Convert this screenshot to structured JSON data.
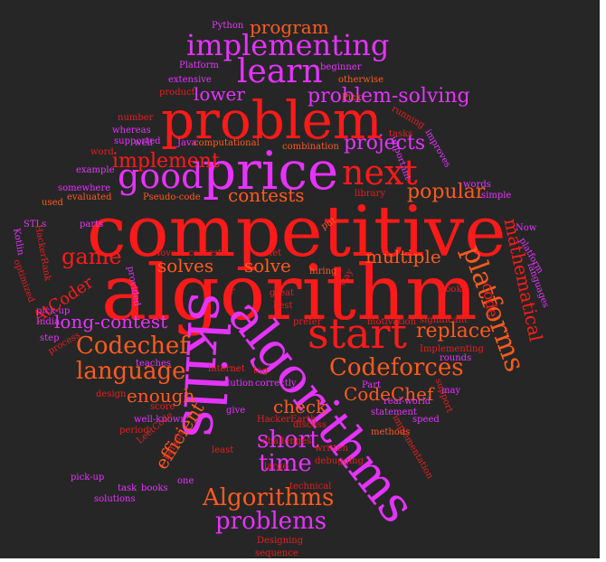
{
  "cloud": {
    "background": "#262626",
    "palette": {
      "red": "#ff1a1a",
      "orange": "#ff5a1f",
      "magenta": "#e633ff",
      "violet": "#b11fff",
      "deep": "#e61e1e"
    },
    "words": [
      {
        "text": "competitive",
        "color": "#ff1a1a"
      },
      {
        "text": "algorithm",
        "color": "#ff1a1a"
      },
      {
        "text": "problem",
        "color": "#ff1a1a"
      },
      {
        "text": "price",
        "color": "#e633ff"
      },
      {
        "text": "algorithms",
        "color": "#e633ff"
      },
      {
        "text": "skills",
        "color": "#e633ff"
      },
      {
        "text": "start",
        "color": "#ff1a1a"
      },
      {
        "text": "learn",
        "color": "#e633ff"
      },
      {
        "text": "implementing",
        "color": "#e633ff"
      },
      {
        "text": "good",
        "color": "#e633ff"
      },
      {
        "text": "next",
        "color": "#ff1a1a"
      },
      {
        "text": "platforms",
        "color": "#ff5a1f"
      },
      {
        "text": "Codechef",
        "color": "#ff5a1f"
      },
      {
        "text": "language",
        "color": "#ff5a1f"
      },
      {
        "text": "Codeforces",
        "color": "#ff5a1f"
      },
      {
        "text": "Algorithms",
        "color": "#ff5a1f"
      },
      {
        "text": "problems",
        "color": "#e633ff"
      },
      {
        "text": "time",
        "color": "#e633ff"
      },
      {
        "text": "short",
        "color": "#e633ff"
      },
      {
        "text": "game",
        "color": "#ff1a1a"
      },
      {
        "text": "implement",
        "color": "#ff1a1a"
      },
      {
        "text": "projects",
        "color": "#e633ff"
      },
      {
        "text": "popular",
        "color": "#ff5a1f"
      },
      {
        "text": "problem-solving",
        "color": "#e633ff"
      },
      {
        "text": "lower",
        "color": "#e633ff"
      },
      {
        "text": "program",
        "color": "#ff5a1f"
      },
      {
        "text": "contests",
        "color": "#ff5a1f"
      },
      {
        "text": "multiple",
        "color": "#ff5a1f"
      },
      {
        "text": "solves",
        "color": "#ff5a1f"
      },
      {
        "text": "solve",
        "color": "#ff5a1f"
      },
      {
        "text": "long-contest",
        "color": "#e633ff"
      },
      {
        "text": "replace",
        "color": "#ff5a1f"
      },
      {
        "text": "mathematical",
        "color": "#ff1a1a"
      },
      {
        "text": "CodeChef",
        "color": "#ff5a1f"
      },
      {
        "text": "check",
        "color": "#ff5a1f"
      },
      {
        "text": "enough",
        "color": "#ff5a1f"
      },
      {
        "text": "efficient",
        "color": "#ff5a1f"
      },
      {
        "text": "AtCoder",
        "color": "#ff1a1a"
      },
      {
        "text": "code",
        "color": "#ff1a1a"
      },
      {
        "text": "Python",
        "color": "#e633ff"
      },
      {
        "text": "beginner",
        "color": "#e633ff"
      },
      {
        "text": "Platform",
        "color": "#e633ff"
      },
      {
        "text": "otherwise",
        "color": "#ff5a1f"
      },
      {
        "text": "extensive",
        "color": "#e633ff"
      },
      {
        "text": "product",
        "color": "#e61e1e"
      },
      {
        "text": "Pick",
        "color": "#ff5a1f"
      },
      {
        "text": "running",
        "color": "#e61e1e"
      },
      {
        "text": "number",
        "color": "#e61e1e"
      },
      {
        "text": "whereas",
        "color": "#e633ff"
      },
      {
        "text": "well",
        "color": "#e633ff"
      },
      {
        "text": "supported",
        "color": "#e633ff"
      },
      {
        "text": "Java",
        "color": "#e633ff"
      },
      {
        "text": "computational",
        "color": "#ff5a1f"
      },
      {
        "text": "combination",
        "color": "#ff5a1f"
      },
      {
        "text": "tasks",
        "color": "#e61e1e"
      },
      {
        "text": "important",
        "color": "#e633ff"
      },
      {
        "text": "improves",
        "color": "#e633ff"
      },
      {
        "text": "word",
        "color": "#e61e1e"
      },
      {
        "text": "example",
        "color": "#e633ff"
      },
      {
        "text": "somewhere",
        "color": "#e633ff"
      },
      {
        "text": "evaluated",
        "color": "#ff5a1f"
      },
      {
        "text": "Pseudo-code",
        "color": "#ff5a1f"
      },
      {
        "text": "used",
        "color": "#ff5a1f"
      },
      {
        "text": "library",
        "color": "#e61e1e"
      },
      {
        "text": "put",
        "color": "#ff5a1f"
      },
      {
        "text": "words",
        "color": "#e633ff"
      },
      {
        "text": "simple",
        "color": "#e633ff"
      },
      {
        "text": "STLs",
        "color": "#e633ff"
      },
      {
        "text": "parts",
        "color": "#e633ff"
      },
      {
        "text": "love",
        "color": "#e61e1e"
      },
      {
        "text": "contest",
        "color": "#e61e1e"
      },
      {
        "text": "let",
        "color": "#e61e1e"
      },
      {
        "text": "Now",
        "color": "#e633ff"
      },
      {
        "text": "Kotlin",
        "color": "#e633ff"
      },
      {
        "text": "HackerRank",
        "color": "#e61e1e"
      },
      {
        "text": "optimized",
        "color": "#e61e1e"
      },
      {
        "text": "provided",
        "color": "#e633ff"
      },
      {
        "text": "hiring",
        "color": "#ff5a1f"
      },
      {
        "text": "way",
        "color": "#e61e1e"
      },
      {
        "text": "platform",
        "color": "#e633ff"
      },
      {
        "text": "languages",
        "color": "#e633ff"
      },
      {
        "text": "books",
        "color": "#e61e1e"
      },
      {
        "text": "pick-up",
        "color": "#e633ff"
      },
      {
        "text": "great",
        "color": "#e61e1e"
      },
      {
        "text": "best",
        "color": "#e61e1e"
      },
      {
        "text": "get",
        "color": "#e61e1e"
      },
      {
        "text": "prefer",
        "color": "#e61e1e"
      },
      {
        "text": "motivation",
        "color": "#e61e1e"
      },
      {
        "text": "significant",
        "color": "#e61e1e"
      },
      {
        "text": "India",
        "color": "#e633ff"
      },
      {
        "text": "step",
        "color": "#e633ff"
      },
      {
        "text": "process",
        "color": "#e61e1e"
      },
      {
        "text": "teaches",
        "color": "#e633ff"
      },
      {
        "text": "internet",
        "color": "#ff1a1a"
      },
      {
        "text": "tag",
        "color": "#e61e1e"
      },
      {
        "text": "Implementing",
        "color": "#e61e1e"
      },
      {
        "text": "real-world",
        "color": "#e633ff"
      },
      {
        "text": "design",
        "color": "#e61e1e"
      },
      {
        "text": "solution",
        "color": "#e633ff"
      },
      {
        "text": "correctly",
        "color": "#e633ff"
      },
      {
        "text": "score",
        "color": "#e61e1e"
      },
      {
        "text": "give",
        "color": "#e633ff"
      },
      {
        "text": "HackerEarth",
        "color": "#e61e1e"
      },
      {
        "text": "discuss",
        "color": "#e61e1e"
      },
      {
        "text": "statement",
        "color": "#e633ff"
      },
      {
        "text": "well-known",
        "color": "#e633ff"
      },
      {
        "text": "period",
        "color": "#e61e1e"
      },
      {
        "text": "speed",
        "color": "#e633ff"
      },
      {
        "text": "methods",
        "color": "#ff5a1f"
      },
      {
        "text": "may",
        "color": "#e633ff"
      },
      {
        "text": "Part",
        "color": "#e633ff"
      },
      {
        "text": "challenges",
        "color": "#e61e1e"
      },
      {
        "text": "least",
        "color": "#e61e1e"
      },
      {
        "text": "written",
        "color": "#e61e1e"
      },
      {
        "text": "large",
        "color": "#e61e1e"
      },
      {
        "text": "debugging",
        "color": "#e61e1e"
      },
      {
        "text": "one",
        "color": "#e633ff"
      },
      {
        "text": "task",
        "color": "#e633ff"
      },
      {
        "text": "books",
        "color": "#e633ff"
      },
      {
        "text": "pick-up",
        "color": "#e633ff"
      },
      {
        "text": "solutions",
        "color": "#e633ff"
      },
      {
        "text": "rounds",
        "color": "#e633ff"
      },
      {
        "text": "technical",
        "color": "#e61e1e"
      },
      {
        "text": "Designing",
        "color": "#e61e1e"
      },
      {
        "text": "sequence",
        "color": "#e61e1e"
      },
      {
        "text": "support",
        "color": "#e61e1e"
      },
      {
        "text": "LeetCode",
        "color": "#e61e1e"
      },
      {
        "text": "benefit",
        "color": "#e61e1e"
      },
      {
        "text": "implementation",
        "color": "#e61e1e"
      }
    ]
  }
}
